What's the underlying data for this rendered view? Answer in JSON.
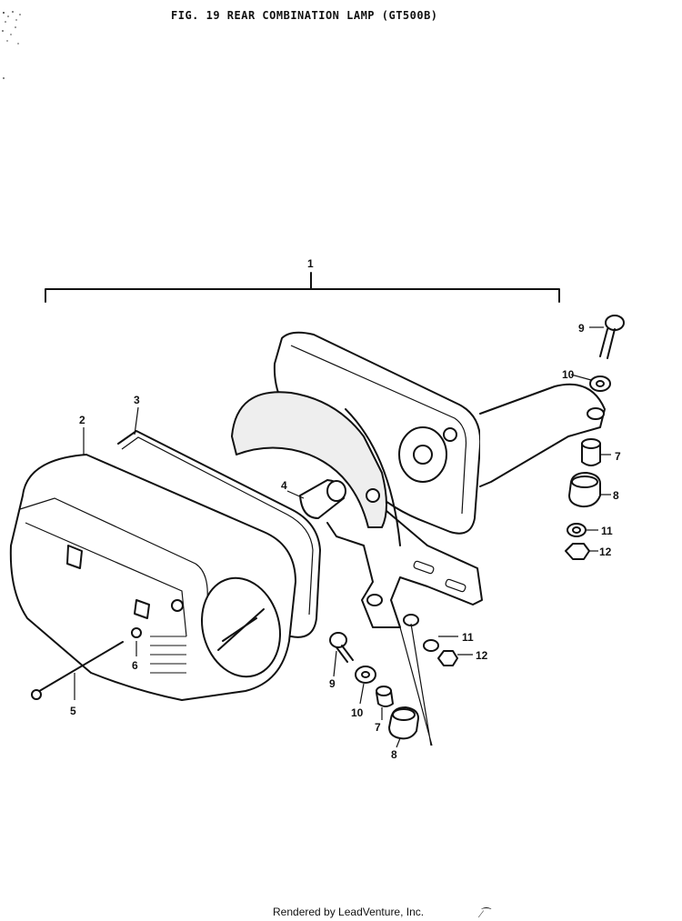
{
  "figure": {
    "title": "FIG. 19  REAR COMBINATION LAMP (GT500B)",
    "footer": "Rendered by LeadVenture, Inc.",
    "corner_mark": "⁄⁀"
  },
  "callouts": {
    "c1": "1",
    "c2": "2",
    "c3": "3",
    "c4": "4",
    "c5": "5",
    "c6": "6",
    "c7a": "7",
    "c7b": "7",
    "c8a": "8",
    "c8b": "8",
    "c9a": "9",
    "c9b": "9",
    "c10a": "10",
    "c10b": "10",
    "c11a": "11",
    "c11b": "11",
    "c12a": "12",
    "c12b": "12"
  }
}
